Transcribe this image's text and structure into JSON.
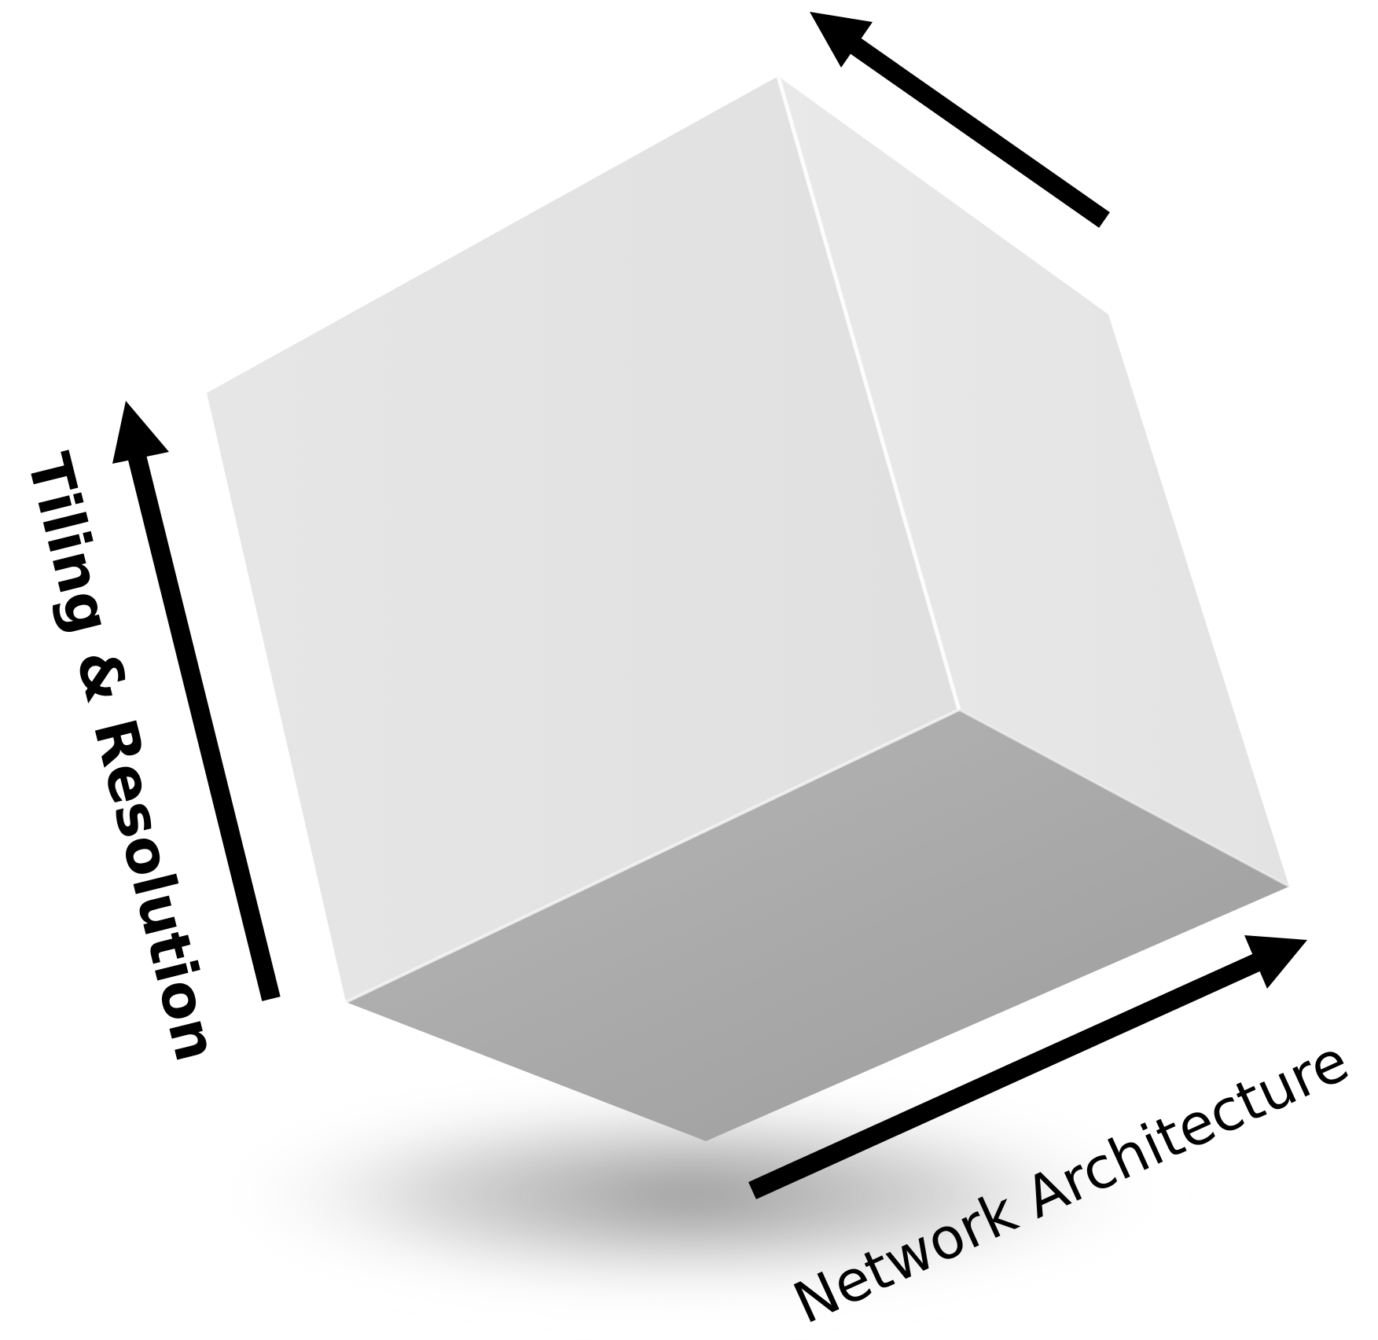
{
  "diagram": {
    "labels": {
      "left_axis": "Tiling & Resolution",
      "bottom_axis": "Network Architecture"
    },
    "shapes": {
      "main": "cube",
      "arrow_icon": "arrow-icon"
    },
    "colors": {
      "background": "#ffffff",
      "arrow": "#000000",
      "face_left": "#e4e4e4",
      "face_right": "#e8e8e8",
      "face_bottom": "#a9a9a9",
      "shadow": "#9a9a9a"
    }
  }
}
